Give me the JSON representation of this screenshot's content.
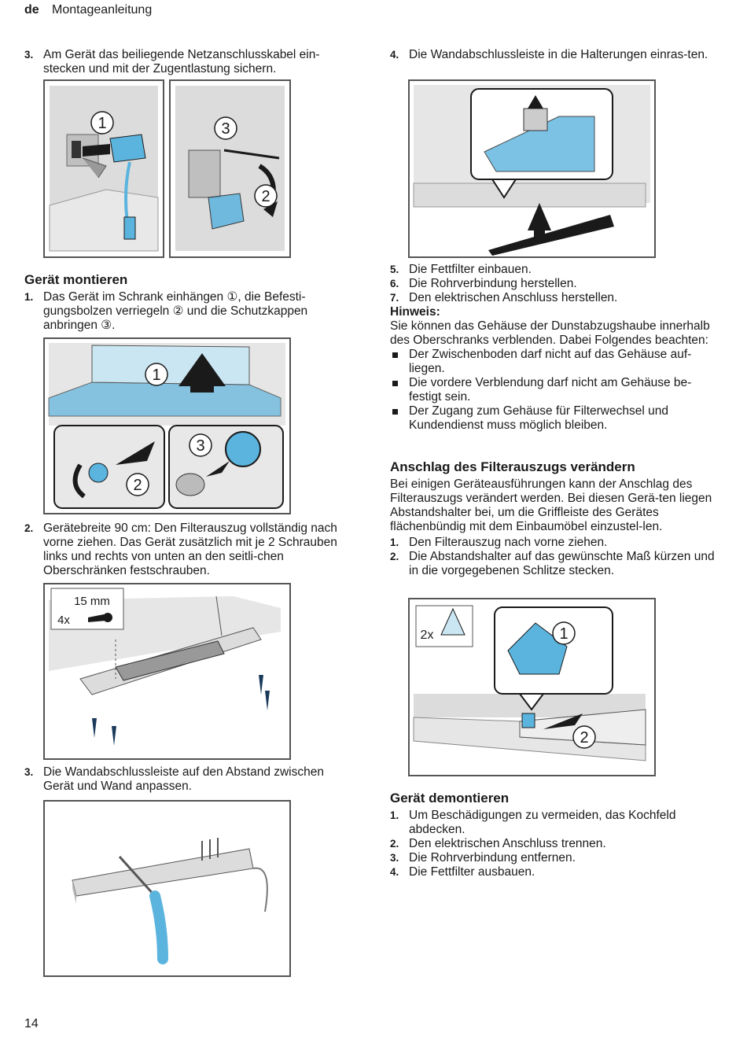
{
  "header": {
    "lang": "de",
    "title": "Montageanleitung"
  },
  "left": {
    "step3a": {
      "num": "3.",
      "text": "Am Gerät das beiliegende Netzanschlusskabel ein-stecken und mit der Zugentlastung sichern."
    },
    "fig1": {
      "callout1": "1",
      "callout2": "2",
      "callout3": "3"
    },
    "section1_title": "Gerät montieren",
    "step1": {
      "num": "1.",
      "text": "Das Gerät im Schrank einhängen ①, die Befesti-gungsbolzen verriegeln ② und die Schutzkappen anbringen ③."
    },
    "fig2": {
      "callout1": "1",
      "callout2": "2",
      "callout3": "3"
    },
    "step2": {
      "num": "2.",
      "text": "Gerätebreite 90 cm: Den Filterauszug vollständig nach vorne ziehen. Das Gerät zusätzlich mit je 2 Schrauben links und rechts von unten an den seitli-chen Oberschränken festschrauben."
    },
    "fig3": {
      "size": "15 mm",
      "qty": "4x"
    },
    "step3b": {
      "num": "3.",
      "text": "Die Wandabschlussleiste auf den Abstand zwischen Gerät und Wand anpassen."
    }
  },
  "right": {
    "step4": {
      "num": "4.",
      "text": "Die Wandabschlussleiste in die Halterungen einras-ten."
    },
    "steps": [
      {
        "num": "5.",
        "text": "Die Fettfilter einbauen."
      },
      {
        "num": "6.",
        "text": "Die Rohrverbindung herstellen."
      },
      {
        "num": "7.",
        "text": "Den elektrischen Anschluss herstellen."
      }
    ],
    "hinweis_title": "Hinweis:",
    "hinweis_text": "Sie können das Gehäuse der Dunstabzugshaube innerhalb des Oberschranks verblenden. Dabei Folgendes beachten:",
    "bullets": [
      "Der Zwischenboden darf nicht auf das Gehäuse auf-liegen.",
      "Die vordere Verblendung darf nicht am Gehäuse be-festigt sein.",
      "Der Zugang zum Gehäuse für Filterwechsel und Kundendienst muss möglich bleiben."
    ],
    "section2_title": "Anschlag des Filterauszugs verändern",
    "section2_text": "Bei einigen Geräteausführungen kann der Anschlag des Filterauszugs verändert werden. Bei diesen Gerä-ten liegen Abstandshalter bei, um die Griffleiste des Gerätes flächenbündig mit dem Einbaumöbel einzustel-len.",
    "steps2": [
      {
        "num": "1.",
        "text": "Den Filterauszug nach vorne ziehen."
      },
      {
        "num": "2.",
        "text": "Die Abstandshalter auf das gewünschte Maß kürzen und in die vorgegebenen Schlitze stecken."
      }
    ],
    "fig5": {
      "qty": "2x",
      "callout1": "1",
      "callout2": "2"
    },
    "section3_title": "Gerät demontieren",
    "steps3": [
      {
        "num": "1.",
        "text": "Um Beschädigungen zu vermeiden, das Kochfeld abdecken."
      },
      {
        "num": "2.",
        "text": "Den elektrischen Anschluss trennen."
      },
      {
        "num": "3.",
        "text": "Die Rohrverbindung entfernen."
      },
      {
        "num": "4.",
        "text": "Die Fettfilter ausbauen."
      }
    ]
  },
  "footer": {
    "page": "14"
  },
  "colors": {
    "blue": "#5bb4de",
    "light_blue": "#cbe6f3",
    "grey": "#d9d9d9",
    "dark": "#1a1a1a"
  }
}
